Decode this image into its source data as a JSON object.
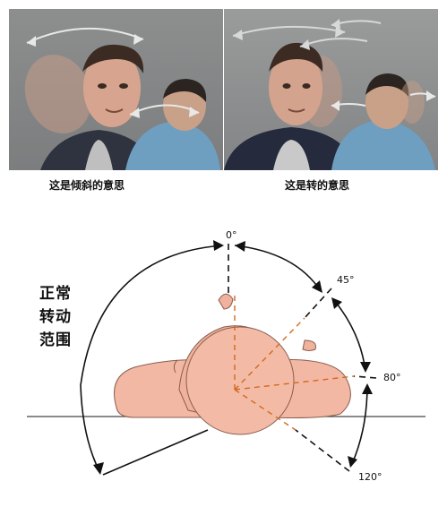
{
  "captions": {
    "tilt": "这是倾斜的意思",
    "turn": "这是转的意思"
  },
  "range_label": [
    "正常",
    "转动",
    "范围"
  ],
  "angles": [
    "0°",
    "45°",
    "80°",
    "120°"
  ],
  "colors": {
    "skin": "#f2b8a3",
    "skin_outline": "#8a5d4f",
    "guide_lines": "#d2691e",
    "arrows": "#111111"
  }
}
